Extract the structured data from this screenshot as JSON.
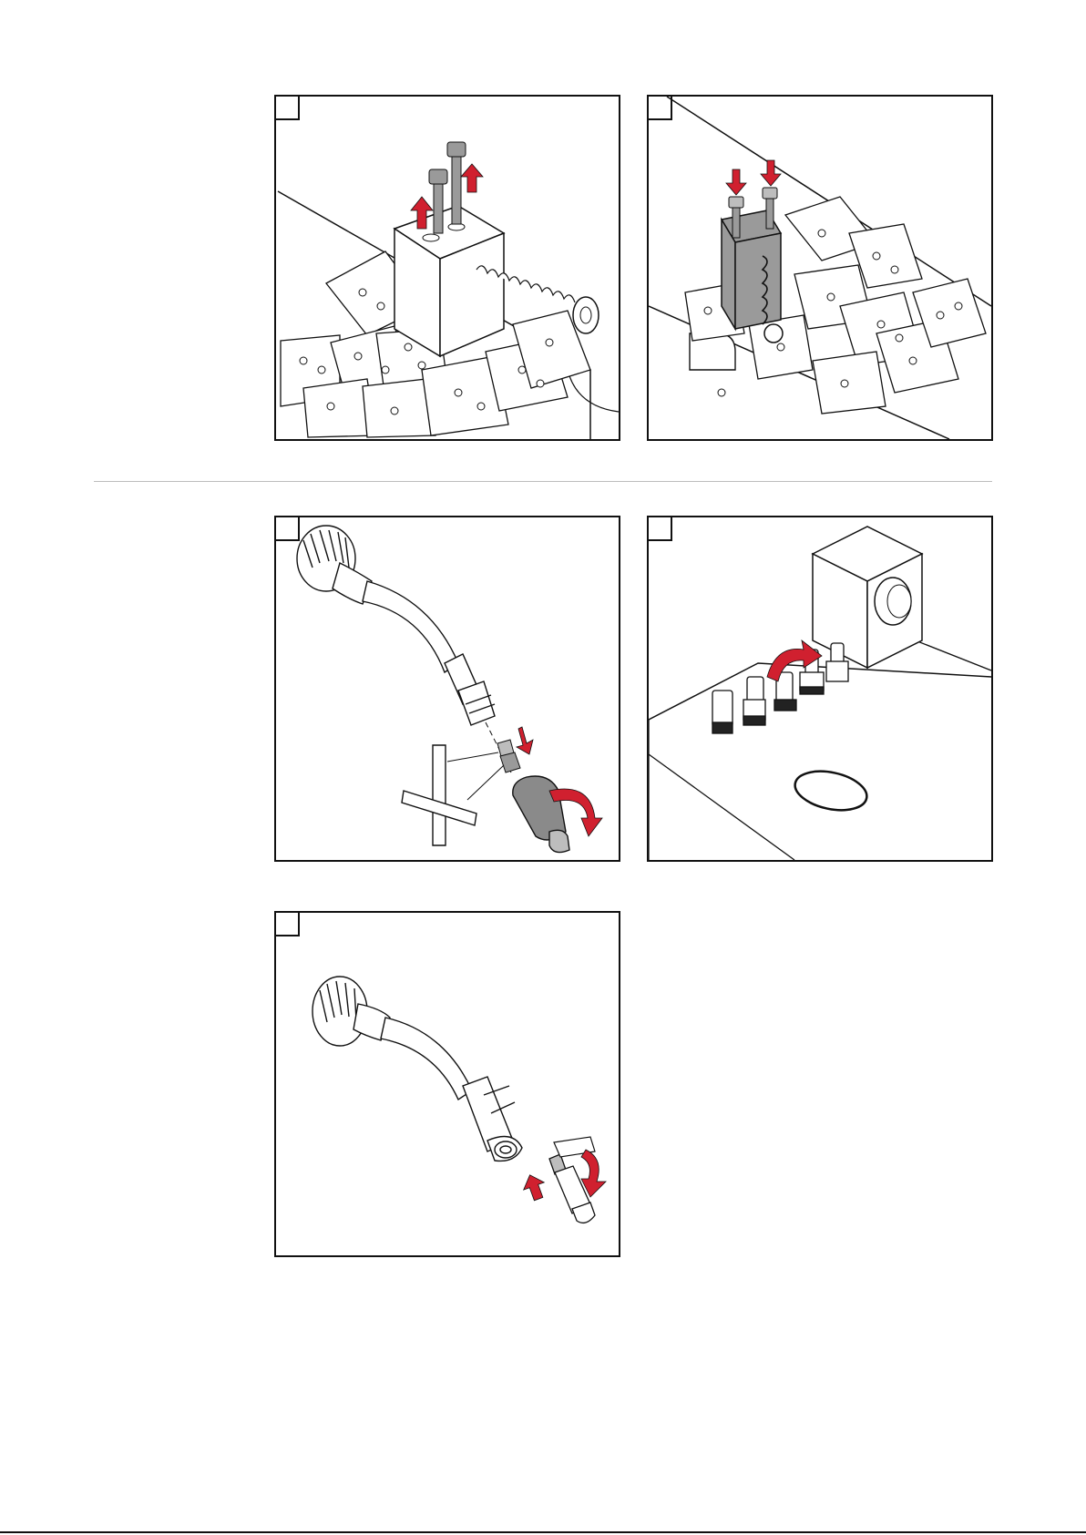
{
  "steps": [
    {
      "id": "1",
      "number": ""
    },
    {
      "id": "2",
      "number": ""
    },
    {
      "id": "3",
      "number": ""
    },
    {
      "id": "4",
      "number": ""
    },
    {
      "id": "5",
      "number": ""
    }
  ],
  "colors": {
    "accent_arrow": "#d0202f",
    "frame": "#111111",
    "divider": "#bdbdbd",
    "metal_gray": "#9a9a9a"
  },
  "icons": [
    "step-number-box",
    "arrow-up-icon",
    "arrow-down-icon",
    "rotate-arrow-icon",
    "screw",
    "spring",
    "torch-neck",
    "contact-tip",
    "gas-nozzle",
    "t-wrench"
  ]
}
